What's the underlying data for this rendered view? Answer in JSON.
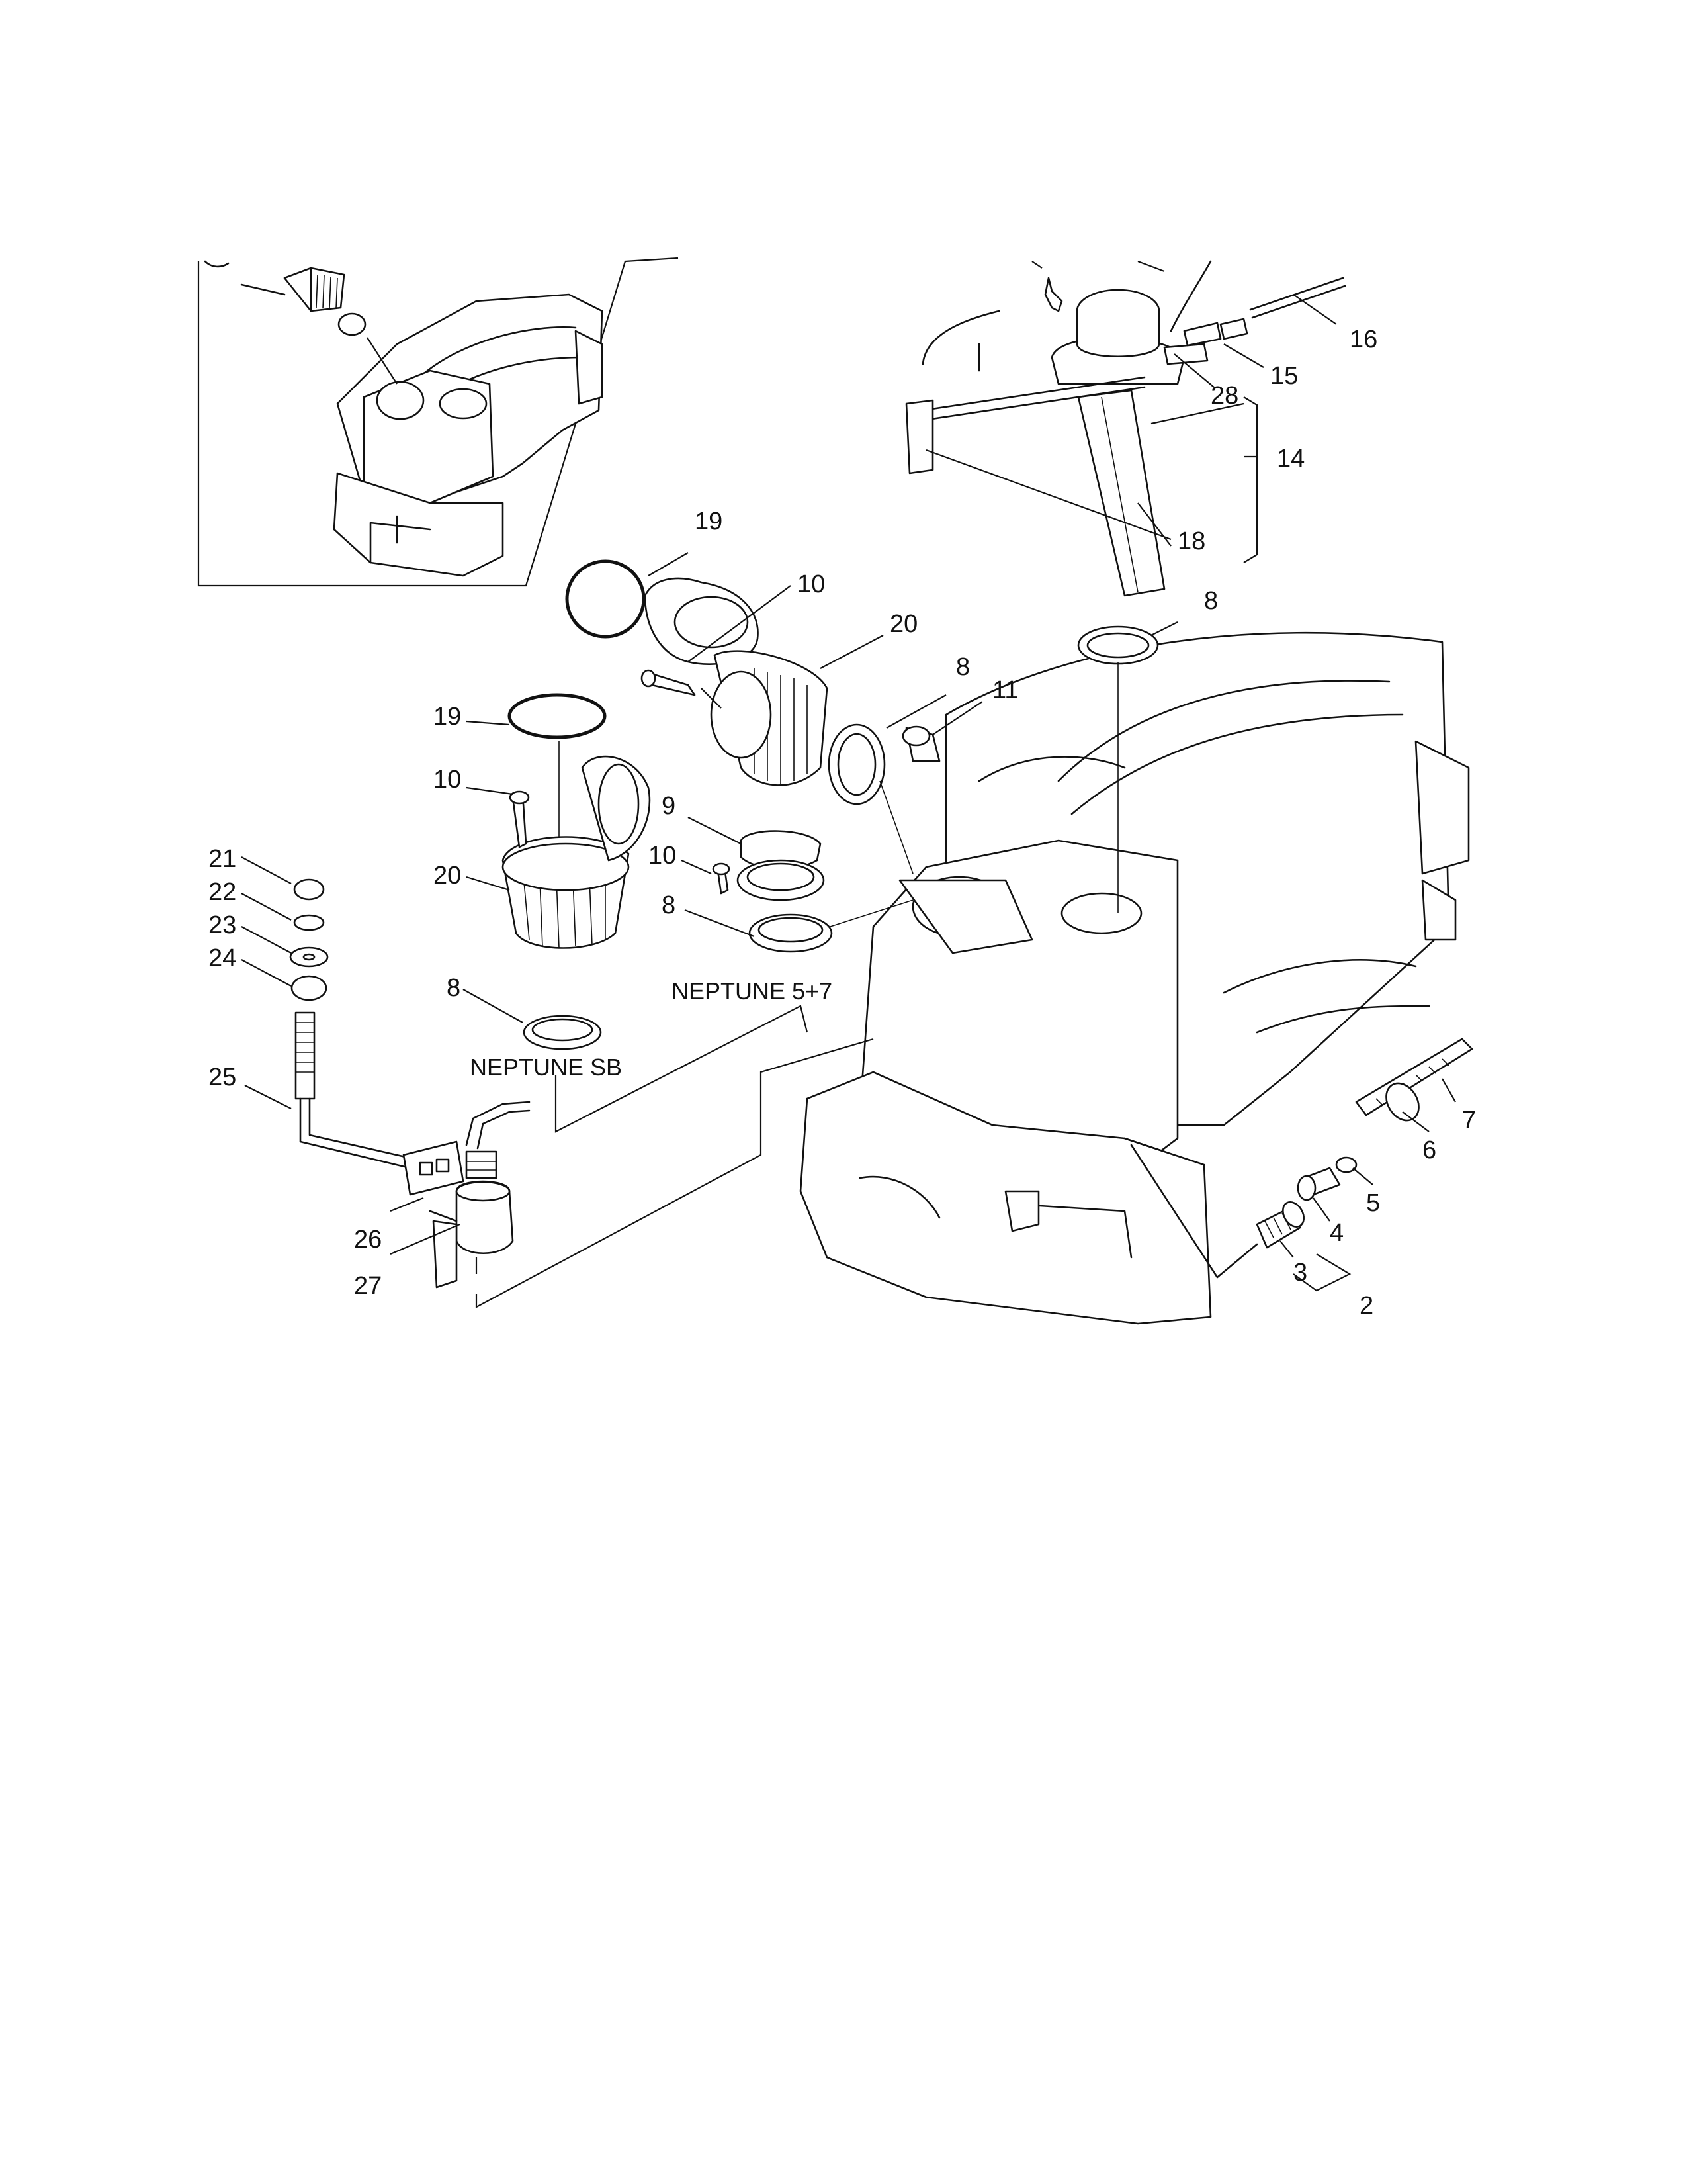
{
  "callouts": {
    "2": "2",
    "3": "3",
    "4": "4",
    "5": "5",
    "6": "6",
    "7": "7",
    "8": "8",
    "9": "9",
    "10": "10",
    "11": "11",
    "14": "14",
    "15": "15",
    "16": "16",
    "18": "18",
    "19": "19",
    "20": "20",
    "21": "21",
    "22": "22",
    "23": "23",
    "24": "24",
    "25": "25",
    "26": "26",
    "27": "27",
    "28": "28"
  },
  "variants": {
    "neptune_5_7": "NEPTUNE 5+7",
    "neptune_sb": "NEPTUNE SB"
  },
  "colors": {
    "line": "#111111",
    "background": "#ffffff"
  }
}
